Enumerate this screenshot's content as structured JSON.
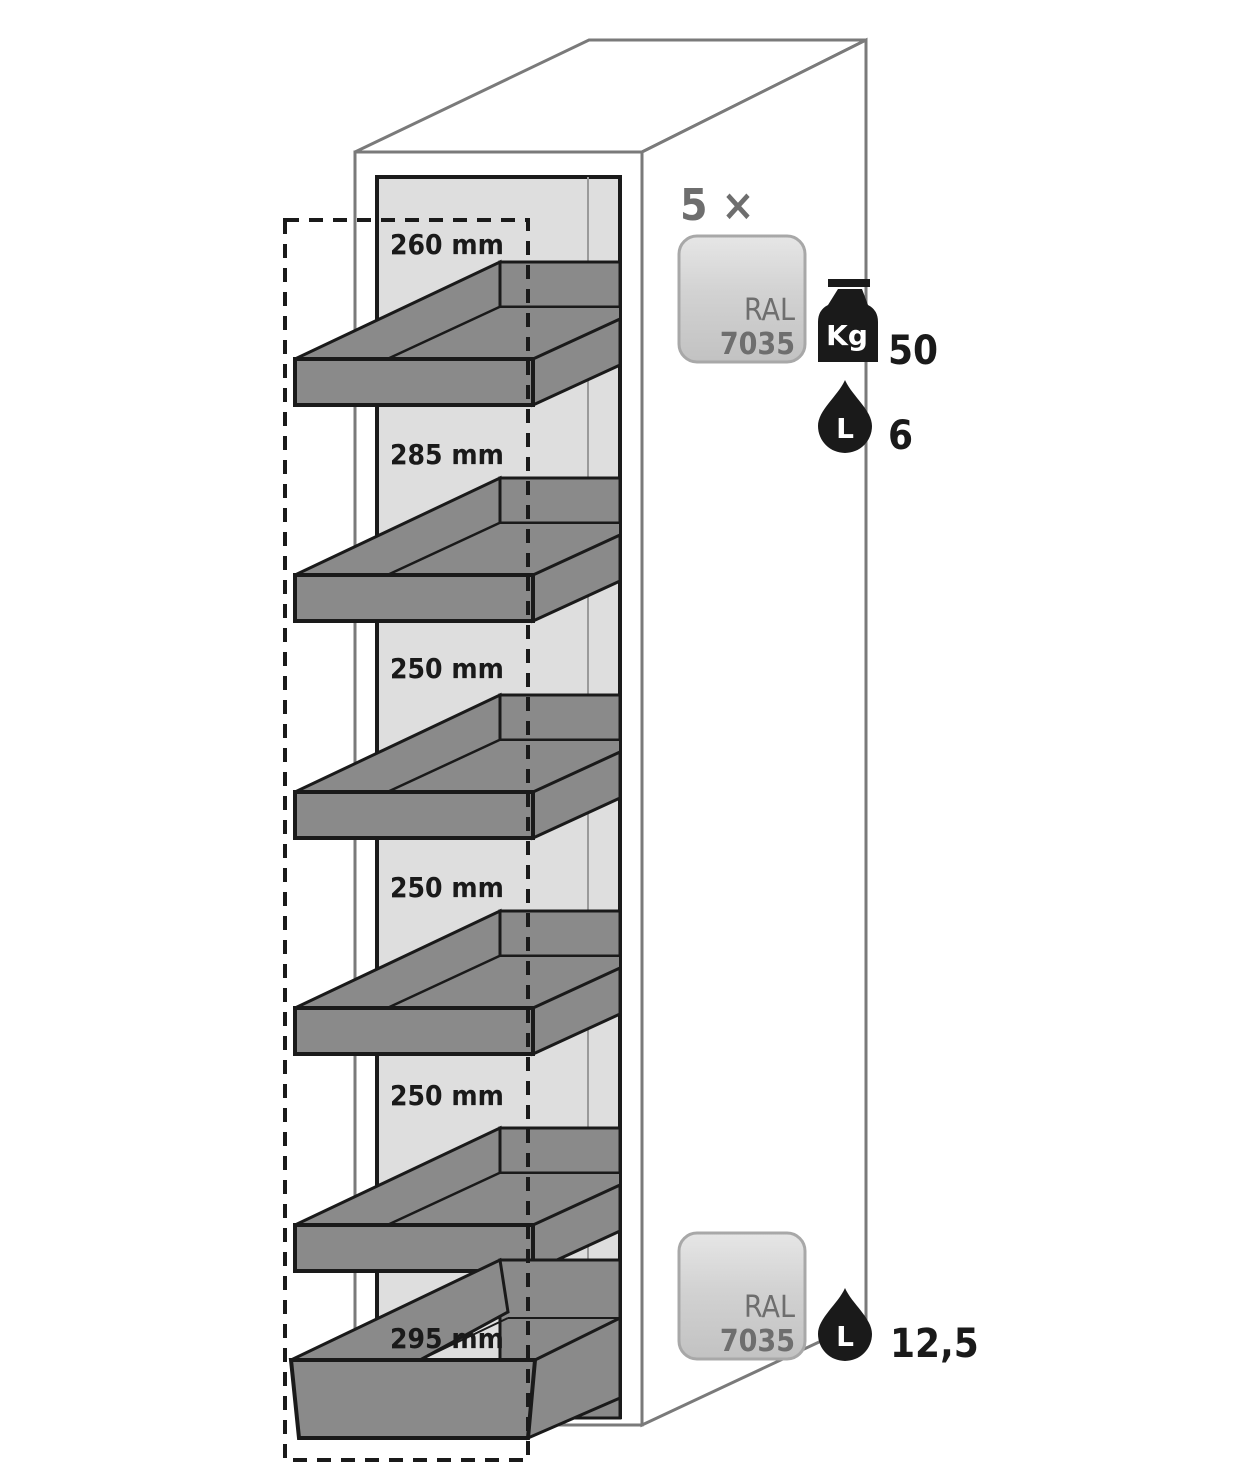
{
  "shelf_gaps": [
    "260 mm",
    "285 mm",
    "250 mm",
    "250 mm",
    "250 mm"
  ],
  "sump_gap": "295 mm",
  "shelf_count": "5 ×",
  "shelf_color": {
    "ral_label": "RAL",
    "ral_code": "7035",
    "hex": "#c8c8c8"
  },
  "sump_color": {
    "ral_label": "RAL",
    "ral_code": "7035",
    "hex": "#c8c8c8"
  },
  "shelf_load": {
    "icon": "weight-kg-icon",
    "icon_text": "Kg",
    "value": "50"
  },
  "shelf_capacity": {
    "icon": "liquid-drop-icon",
    "icon_text": "L",
    "value": "6"
  },
  "sump_capacity": {
    "icon": "liquid-drop-icon",
    "icon_text": "L",
    "value": "12,5"
  },
  "colors": {
    "tray": "#8a8a8a",
    "cabinet_inner": "#dedede",
    "outline": "#1a1a1a"
  }
}
